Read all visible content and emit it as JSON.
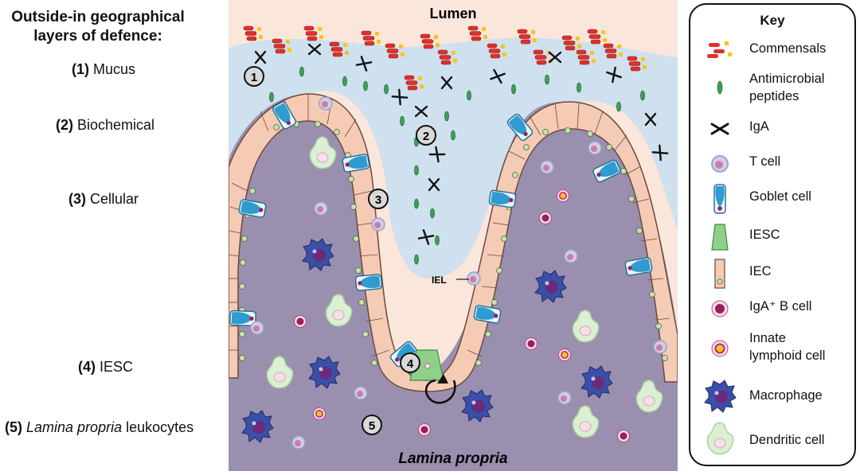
{
  "left_panel": {
    "heading_line1": "Outside-in geographical",
    "heading_line2": "layers of defence:",
    "layers": [
      {
        "num": "(1)",
        "label": "Mucus"
      },
      {
        "num": "(2)",
        "label": "Biochemical"
      },
      {
        "num": "(3)",
        "label": "Cellular"
      },
      {
        "num": "(4)",
        "label": "IESC"
      },
      {
        "num": "(5)",
        "label_italic": "Lamina propria",
        "label_rest": "leukocytes"
      }
    ]
  },
  "diagram": {
    "top_label": "Lumen",
    "bottom_label": "Lamina propria",
    "iel_label": "IEL",
    "markers": [
      "1",
      "2",
      "3",
      "4",
      "5"
    ]
  },
  "key": {
    "title": "Key",
    "items": [
      {
        "icon": "commensals-icon",
        "label": "Commensals"
      },
      {
        "icon": "antimicrobial-peptide-icon",
        "label_line1": "Antimicrobial",
        "label_line2": "peptides"
      },
      {
        "icon": "iga-icon",
        "label": "IgA"
      },
      {
        "icon": "t-cell-icon",
        "label": "T cell"
      },
      {
        "icon": "goblet-cell-icon",
        "label": "Goblet cell"
      },
      {
        "icon": "iesc-icon",
        "label": "IESC"
      },
      {
        "icon": "iec-icon",
        "label": "IEC"
      },
      {
        "icon": "iga-b-cell-icon",
        "label": "IgA⁺ B cell"
      },
      {
        "icon": "innate-lymphoid-cell-icon",
        "label_line1": "Innate",
        "label_line2": "lymphoid cell"
      },
      {
        "icon": "macrophage-icon",
        "label": "Macrophage"
      },
      {
        "icon": "dendritic-cell-icon",
        "label": "Dendritic cell"
      }
    ]
  },
  "colors": {
    "lumen_bg": "#fbe6dc",
    "mucus": "#cfe0ee",
    "epithelium": "#f5cbb5",
    "lamina_propria": "#9b8fb0",
    "goblet": "#3aa7d4",
    "iesc": "#8fcf8a",
    "commensal": "#e0302a",
    "commensal_yellow": "#f5c518"
  }
}
